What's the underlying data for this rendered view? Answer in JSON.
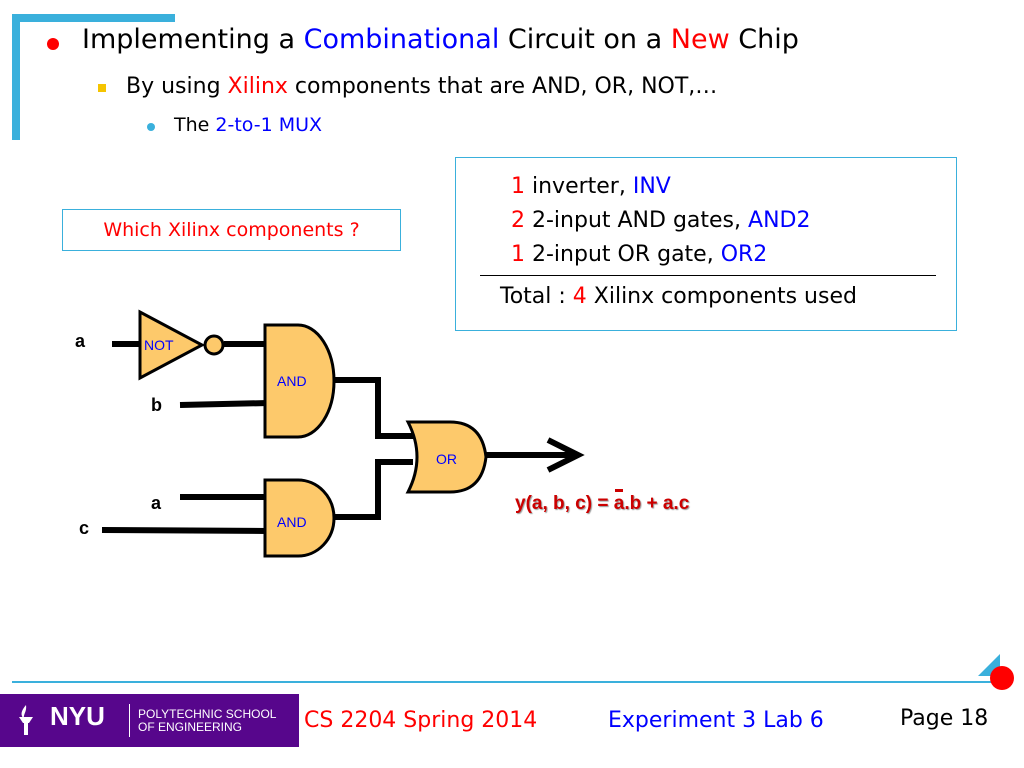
{
  "colors": {
    "accent": "#3ab0dc",
    "highlight_blue": "#0000ff",
    "highlight_red": "#ff0000",
    "gate_fill": "#fdc96b",
    "brand": "#57068c"
  },
  "bullets": {
    "l1": {
      "pre": "Implementing a ",
      "hl1": "Combinational",
      "mid": " Circuit on a ",
      "hl2": "New",
      "post": " Chip"
    },
    "l2": {
      "pre": "By using ",
      "hl": "Xilinx",
      "post": " components that are AND, OR, NOT,…"
    },
    "l3": {
      "pre": "The ",
      "hl": "2-to-1 MUX"
    }
  },
  "question": "Which Xilinx components ?",
  "summary": {
    "rows": [
      {
        "count": "1",
        "text": " inverter, ",
        "part": "INV"
      },
      {
        "count": "2",
        "text": " 2-input AND gates, ",
        "part": "AND2"
      },
      {
        "count": "1",
        "text": " 2-input OR gate, ",
        "part": "OR2"
      }
    ],
    "total": {
      "pre": "Total : ",
      "count": "4",
      "post": " Xilinx components used"
    }
  },
  "circuit": {
    "gates": {
      "not": "NOT",
      "and_top": "AND",
      "and_bottom": "AND",
      "or": "OR"
    },
    "inputs": {
      "a_top": "a",
      "b": "b",
      "a_bottom": "a",
      "c": "c"
    },
    "equation": {
      "pre": "y(a, b, c) = ",
      "bar": "a",
      "post": ".b + a.c"
    }
  },
  "footer": {
    "logo": "NYU",
    "school_line1": "POLYTECHNIC SCHOOL",
    "school_line2": "OF ENGINEERING",
    "course": "CS 2204 Spring 2014",
    "experiment": "Experiment 3 Lab 6",
    "page": "Page 18"
  }
}
